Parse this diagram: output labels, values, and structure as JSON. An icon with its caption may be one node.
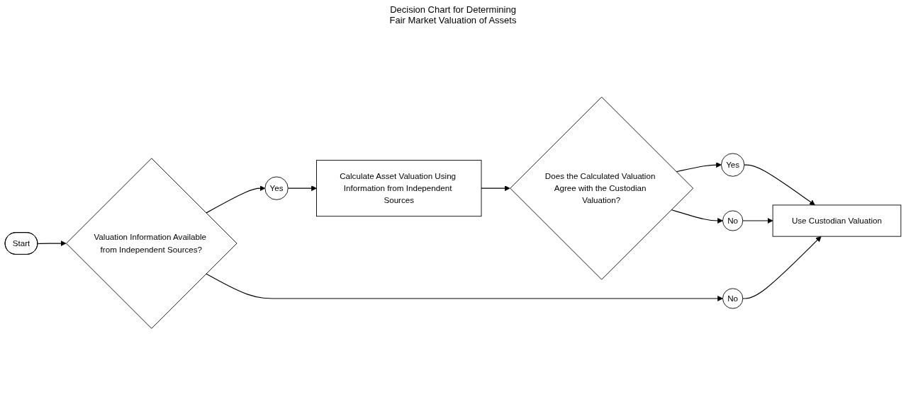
{
  "diagram": {
    "title": "Decision Chart for Determining Fair Market Valuation of Assets",
    "nodes": [
      {
        "text": [
          "Start"
        ]
      },
      {
        "text": [
          "Valuation Information Available from Independent Sources?"
        ]
      },
      {
        "text": [
          "Yes"
        ]
      },
      {
        "text": [
          "Calculate Asset Valuation Using Information from Independent Sources"
        ]
      },
      {
        "text": [
          "Does the Calculated Valuation Agree with the Custodian Valuation?"
        ]
      },
      {
        "text": [
          "Yes"
        ]
      },
      {
        "text": [
          "No"
        ]
      },
      {
        "text": [
          "No"
        ]
      },
      {
        "text": [
          "Use Custodian Valuation"
        ]
      }
    ],
    "edges": [
      {
        "from": 0,
        "to": 1,
        "arrow": "to"
      },
      {
        "from": 1,
        "to": 2,
        "arrow": "to"
      },
      {
        "from": 2,
        "to": 3,
        "arrow": "to"
      },
      {
        "from": 3,
        "to": 4,
        "arrow": "to"
      },
      {
        "from": 4,
        "to": 5,
        "arrow": "to"
      },
      {
        "from": 4,
        "to": 6,
        "arrow": "to"
      },
      {
        "from": 1,
        "to": 7,
        "arrow": "to"
      },
      {
        "from": 6,
        "to": 8,
        "arrow": "to"
      },
      {
        "from": 7,
        "to": 8,
        "arrow": "to"
      },
      {
        "from": 5,
        "to": 8,
        "arrow": "to"
      }
    ]
  }
}
